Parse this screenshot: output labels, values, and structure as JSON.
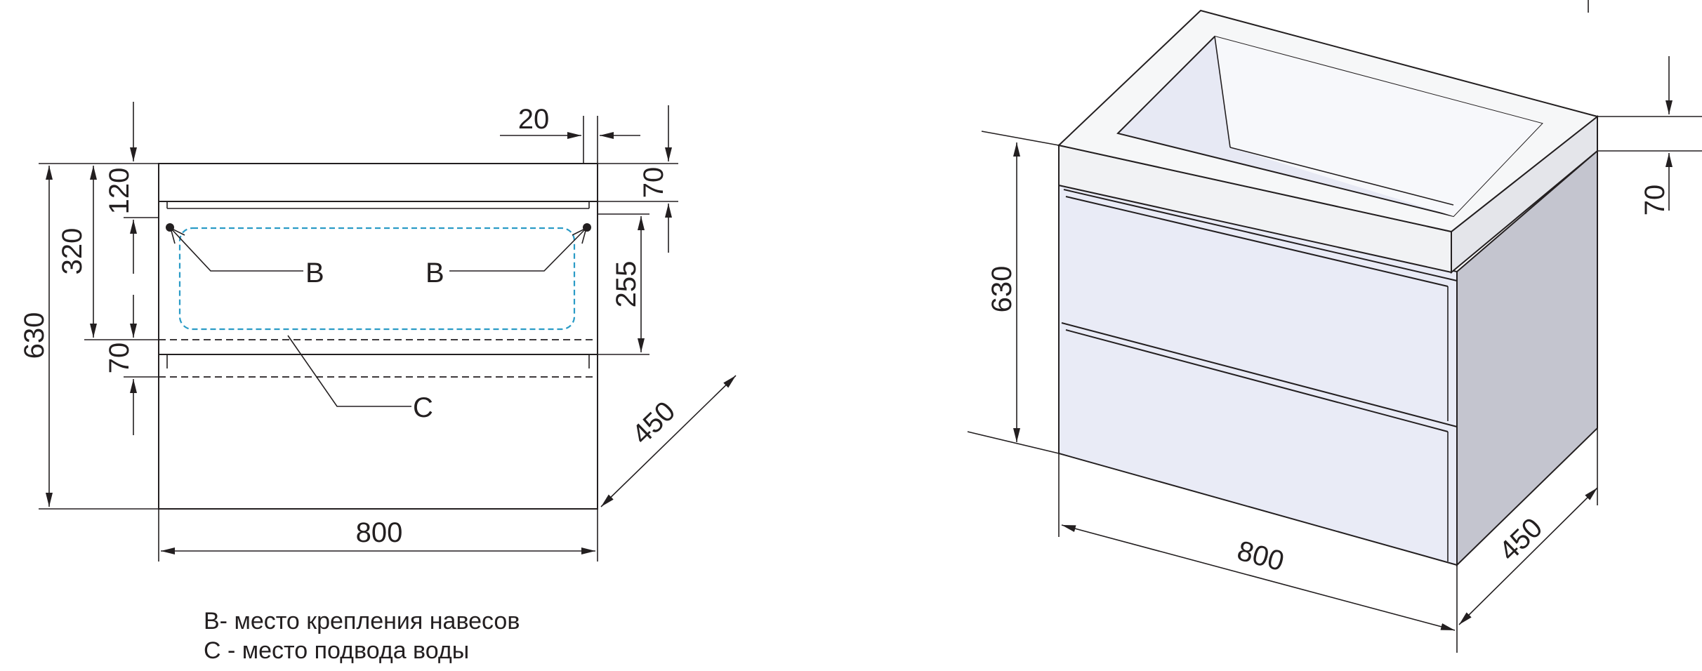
{
  "front_view": {
    "dims": {
      "width": "800",
      "height_total": "630",
      "height_320": "320",
      "top_120": "120",
      "gap_70": "70",
      "top_20": "20",
      "right_70": "70",
      "right_255": "255",
      "depth_450": "450"
    },
    "labels": {
      "b_left": "B",
      "b_right": "B",
      "c": "C"
    },
    "colors": {
      "water_zone": "#2a9bc6"
    }
  },
  "iso_view": {
    "dims": {
      "width": "800",
      "height": "630",
      "depth": "450",
      "top": "70"
    },
    "colors": {
      "front": "#e9ebf6",
      "side": "#c4c5cf",
      "top": "#f4f5f7"
    }
  },
  "legend": {
    "b": "В- место крепления навесов",
    "c": "С - место подвода воды"
  }
}
